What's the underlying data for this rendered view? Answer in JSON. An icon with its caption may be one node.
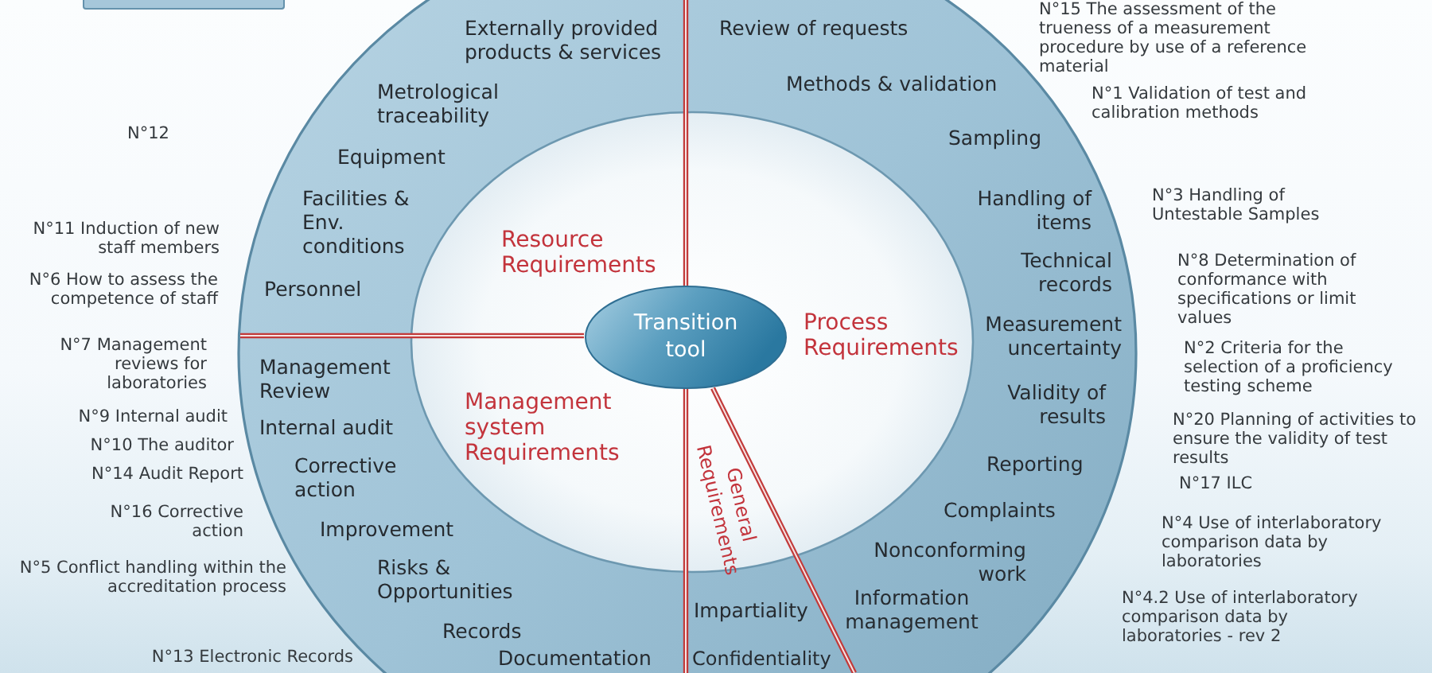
{
  "diagram": {
    "nodes": [
      {
        "text": [
          "Externally provided products & services",
          "Metrological traceability",
          "Equipment",
          "Facilities & Env. conditions",
          "Personnel",
          "Review of requests",
          "Methods & validation",
          "Sampling",
          "Handling of items",
          "Technical records",
          "Measurement uncertainty",
          "Validity of results",
          "Reporting",
          "Complaints",
          "Nonconforming work",
          "Information management",
          "Management Review",
          "Internal audit",
          "Corrective action",
          "Improvement",
          "Risks & Opportunities",
          "Records",
          "Documentation",
          "Impartiality",
          "Confidentiality"
        ]
      },
      {
        "text": [
          "Resource Requirements",
          "Process Requirements",
          "Management system Requirements",
          "General Requirements"
        ],
        "in": 0
      },
      {
        "text": [
          "Transition tool"
        ],
        "in": 1
      }
    ],
    "labels": [
      "N°15 The assessment of the trueness of a measurement procedure by use of a reference material",
      "N°1 Validation of test and calibration methods",
      "N°12",
      "N°3 Handling of Untestable Samples",
      "N°11 Induction of new staff members",
      "N°8 Determination of conformance with specifications or limit values",
      "N°6 How to assess the competence of staff",
      "N°7 Management reviews for laboratories",
      "N°2 Criteria for the selection of a proficiency testing scheme",
      "N°9 Internal audit",
      "N°20 Planning of activities to ensure the validity of test results",
      "N°10 The auditor",
      "N°14 Audit Report",
      "N°17 ILC",
      "N°16 Corrective action",
      "N°4 Use of interlaboratory comparison data by laboratories",
      "N°5 Conflict handling within the accreditation process",
      "N°4.2 Use of interlaboratory comparison data by laboratories - rev 2",
      "N°13 Electronic Records"
    ]
  }
}
